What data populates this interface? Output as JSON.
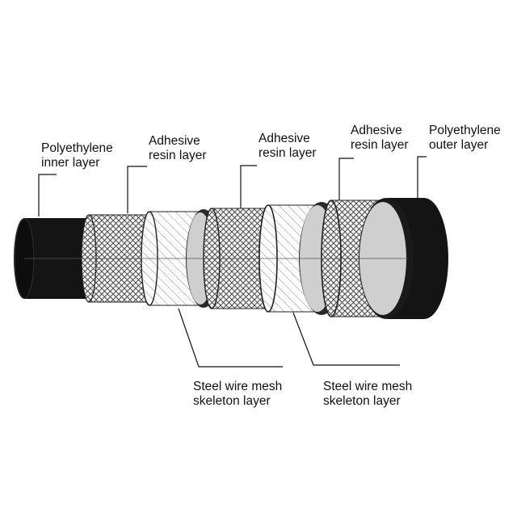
{
  "colors": {
    "background": "#ffffff",
    "polyethylene": "#141414",
    "adhesive_mesh_bg": "#f3f3f3",
    "adhesive_mesh_line": "#3a3a3a",
    "steel_hatch_line": "#8a8a8a",
    "cut_face": "#cfcfcf",
    "leader_line": "#111111"
  },
  "labels": {
    "pe_inner": {
      "line1": "Polyethylene",
      "line2": "inner layer"
    },
    "adhesive1": {
      "line1": "Adhesive",
      "line2": "resin layer"
    },
    "adhesive2": {
      "line1": "Adhesive",
      "line2": "resin layer"
    },
    "adhesive3": {
      "line1": "Adhesive",
      "line2": "resin layer"
    },
    "pe_outer": {
      "line1": "Polyethylene",
      "line2": "outer layer"
    },
    "steel1": {
      "line1": "Steel wire mesh",
      "line2": "skeleton layer"
    },
    "steel2": {
      "line1": "Steel wire mesh",
      "line2": "skeleton layer"
    }
  },
  "layers": [
    {
      "name": "Polyethylene inner layer",
      "pattern": "solid"
    },
    {
      "name": "Adhesive resin layer",
      "pattern": "crosshatch"
    },
    {
      "name": "Steel wire mesh skeleton layer",
      "pattern": "diagonal"
    },
    {
      "name": "Adhesive resin layer",
      "pattern": "crosshatch"
    },
    {
      "name": "Steel wire mesh skeleton layer",
      "pattern": "diagonal"
    },
    {
      "name": "Adhesive resin layer",
      "pattern": "crosshatch"
    },
    {
      "name": "Polyethylene outer layer",
      "pattern": "solid"
    }
  ]
}
